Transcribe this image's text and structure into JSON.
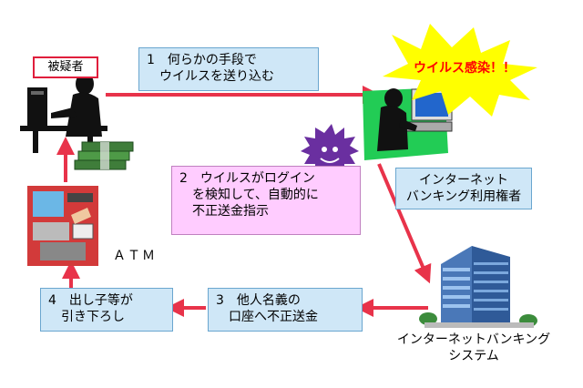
{
  "suspect_label": "被疑者",
  "victim_label": [
    "インターネット",
    "バンキング利用権者"
  ],
  "step1": [
    "1　何らかの手段で",
    "　ウイルスを送り込む"
  ],
  "step2": [
    "2　ウイルスがログイン",
    "　を検知して、自動的に",
    "　不正送金指示"
  ],
  "step3": [
    "3　他人名義の",
    "　口座へ不正送金"
  ],
  "step4": [
    "4　出し子等が",
    "　引き下ろし"
  ],
  "infection_text": "ウイルス感染！！",
  "atm_label": "ＡＴＭ",
  "bank_system_label": [
    "インターネットバンキング",
    "システム"
  ],
  "colors": {
    "arrow": "#e8334a",
    "blue_box": "#cfe7f7",
    "pink_box": "#ffccff",
    "burst": "#ffff00",
    "virus": "#6a2fa0"
  }
}
